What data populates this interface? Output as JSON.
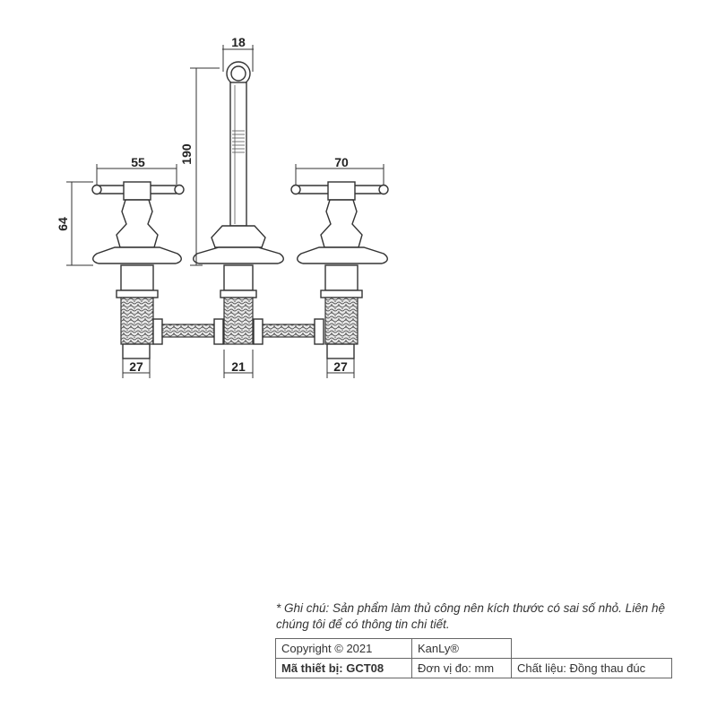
{
  "dimensions": {
    "spout_width": "18",
    "spout_height": "190",
    "left_handle_width": "55",
    "right_handle_width": "70",
    "valve_height": "64",
    "left_connector": "27",
    "center_connector": "21",
    "right_connector": "27"
  },
  "note": {
    "prefix": "* Ghi chú:",
    "text": " Sản phẩm làm thủ công nên kích thước có sai số nhỏ. Liên hệ chúng tôi để có thông tin chi tiết."
  },
  "info_table": {
    "copyright": "Copyright © 2021",
    "brand": "KanLy®",
    "code_label": "Mã thiết bị: GCT08",
    "unit": "Đơn vị đo: mm",
    "material": "Chất liệu: Đồng thau đúc"
  }
}
